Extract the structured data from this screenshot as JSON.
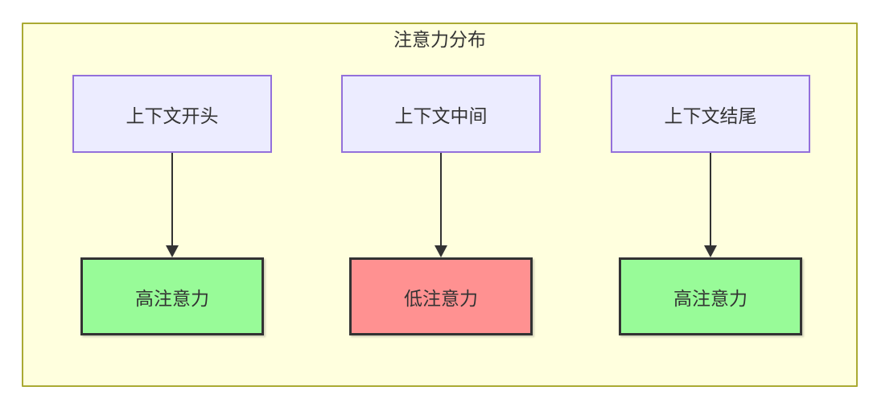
{
  "diagram": {
    "title": "注意力分布",
    "columns": [
      {
        "position": "start",
        "source_label": "上下文开头",
        "result_label": "高注意力",
        "result_level": "high"
      },
      {
        "position": "middle",
        "source_label": "上下文中间",
        "result_label": "低注意力",
        "result_level": "low"
      },
      {
        "position": "end",
        "source_label": "上下文结尾",
        "result_label": "高注意力",
        "result_level": "high"
      }
    ],
    "colors": {
      "container_bg": "#FFFFDE",
      "container_border": "#AAAA33",
      "source_bg": "#ECECFF",
      "source_border": "#9370DB",
      "high_bg": "#98FB98",
      "low_bg": "#FF9191",
      "result_border": "#333333",
      "arrow": "#333333",
      "text": "#333333"
    }
  }
}
